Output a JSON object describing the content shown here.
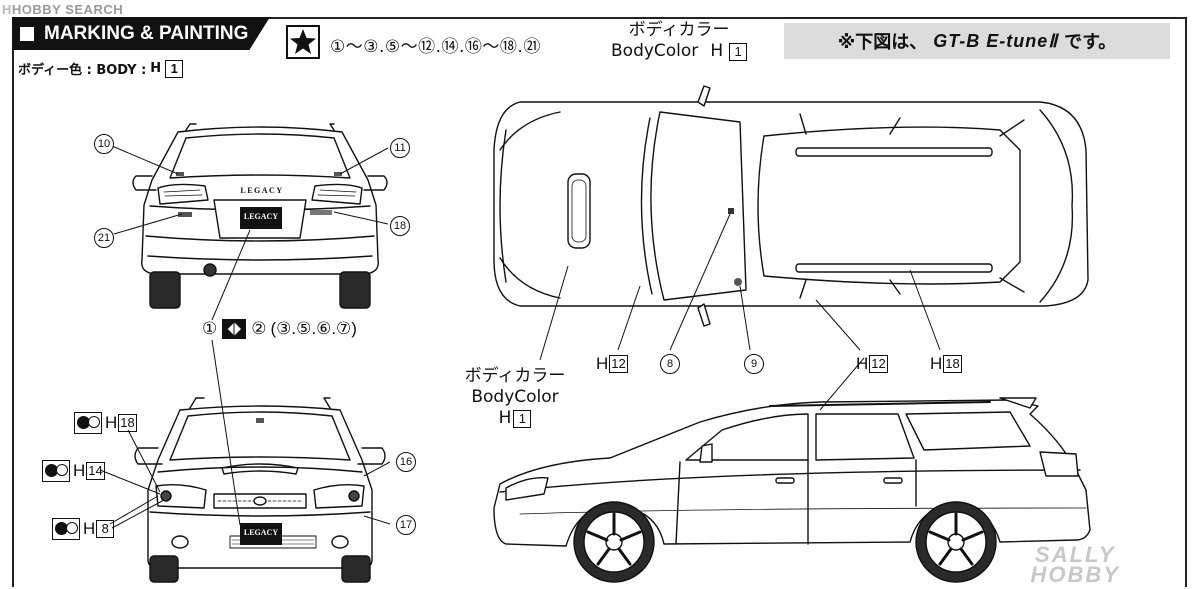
{
  "watermark": {
    "logo": "H",
    "text": "HOBBY SEARCH"
  },
  "header": {
    "title": "MARKING & PAINTING"
  },
  "body_color_line": {
    "label": "ボディー色 : BODY :",
    "h": "H",
    "code": "1"
  },
  "star_parts": {
    "list": "①～③.⑤～⑫.⑭.⑯～⑱.㉑"
  },
  "body_color_top": {
    "jp": "ボディカラー",
    "en": "BodyColor",
    "h": "H",
    "code": "1"
  },
  "note": {
    "prefix": "※下図は、",
    "model": "GT-B E-tuneⅡ",
    "suffix": "です。"
  },
  "body_color_mid": {
    "jp": "ボディカラー",
    "en": "BodyColor",
    "h": "H",
    "code": "1"
  },
  "rear_callouts": {
    "c10": "10",
    "c11": "11",
    "c21": "21",
    "c18": "18"
  },
  "decal_group": {
    "n1": "①",
    "n2": "②",
    "rest": "(③.⑤.⑥.⑦)"
  },
  "front_callouts": {
    "c16": "16",
    "c17": "17"
  },
  "front_paint": [
    {
      "h": "H",
      "code": "18"
    },
    {
      "h": "H",
      "code": "14"
    },
    {
      "h": "H",
      "code": "8"
    }
  ],
  "top_callouts": {
    "h12a": "12",
    "c8": "8",
    "c9": "9",
    "h12b": "12",
    "h18": "18"
  },
  "plate_text": "LEGACY",
  "badge_text": "LEGACY",
  "corner_watermark": {
    "line1": "SALLY",
    "line2": "HOBBY"
  }
}
